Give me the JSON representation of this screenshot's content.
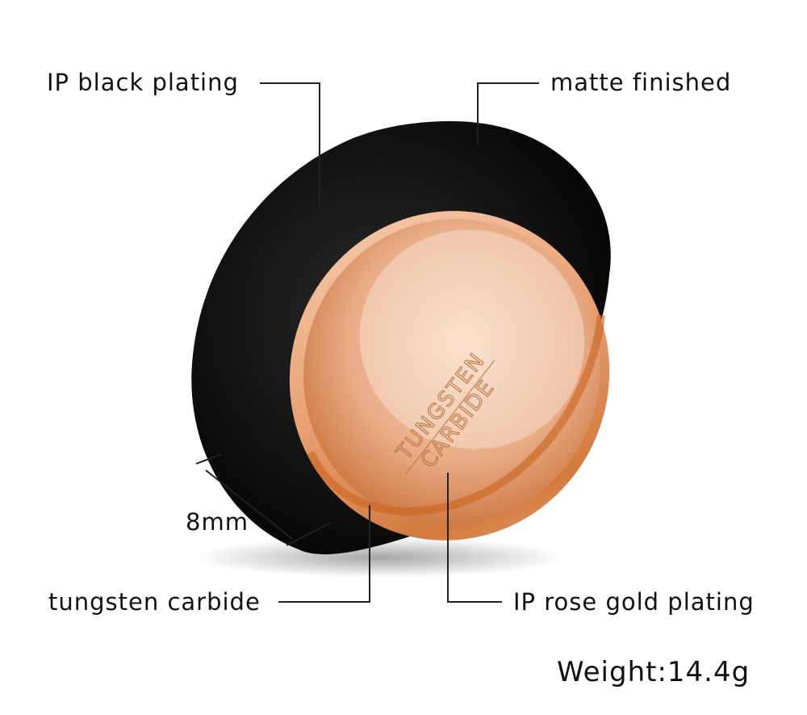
{
  "labels": {
    "black_plating": "IP black plating",
    "matte": "matte finished",
    "width": "8mm",
    "core": "tungsten carbide",
    "rose_plating": "IP rose gold plating"
  },
  "weight": "Weight:14.4g",
  "engraving": {
    "line1": "TUNGSTEN",
    "line2": "CARBIDE"
  },
  "colors": {
    "ring_black": "#0d0d0d",
    "rose_gold": "#e8a070",
    "rose_dark": "#c8703a",
    "line": "#222222"
  }
}
